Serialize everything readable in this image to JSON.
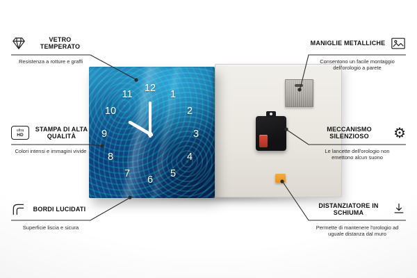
{
  "callouts": {
    "tempered_glass": {
      "icon": "diamond-icon",
      "title": "VETRO TEMPERATO",
      "subtitle": "Resistenza a rotture e graffi"
    },
    "high_quality_print": {
      "icon": "ultra-hd-icon",
      "icon_label_top": "ultra",
      "icon_label_bottom": "HD",
      "title": "STAMPA DI ALTA QUALITÀ",
      "subtitle": "Colori intensi e immagini vivide"
    },
    "polished_edges": {
      "icon": "rounded-corner-icon",
      "title": "BORDI LUCIDATI",
      "subtitle": "Superficie liscia e sicura"
    },
    "metal_hangers": {
      "icon": "picture-frame-icon",
      "title": "MANIGLIE METALLICHE",
      "subtitle": "Consentono un facile montaggio dell'orologio a parete"
    },
    "silent_mechanism": {
      "icon": "gear-icon",
      "icon_glyph": "⚙",
      "title": "MECCANISMO SILENZIOSO",
      "subtitle": "Le lancette dell'orologio non emettono alcun suono"
    },
    "foam_spacer": {
      "icon": "arrow-down-icon",
      "title": "DISTANZIATORE IN SCHIUMA",
      "subtitle": "Permette di mantenere l'orologio ad uguale distanza dal muro"
    }
  },
  "clock": {
    "numbers": [
      "12",
      "1",
      "2",
      "3",
      "4",
      "5",
      "6",
      "7",
      "8",
      "9",
      "10",
      "11"
    ]
  },
  "colors": {
    "callout_line": "#2b2b2b",
    "glass_blue": "#1667a8",
    "foam_orange": "#f2a12f",
    "battery_red": "#c23b2e",
    "metal_gray": "#a5a29c"
  }
}
